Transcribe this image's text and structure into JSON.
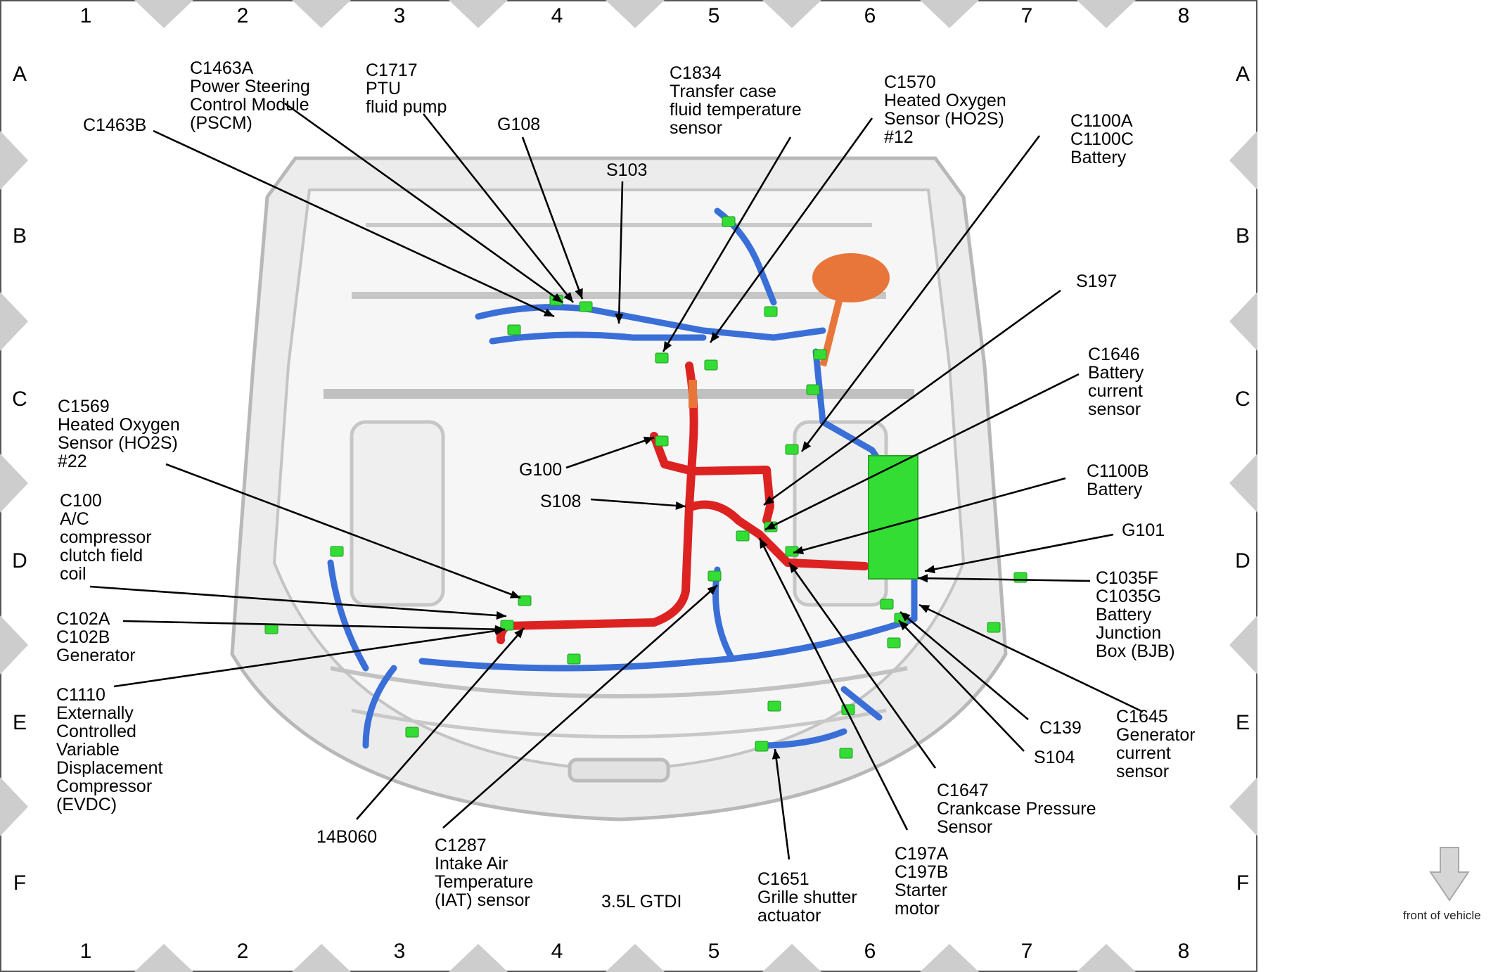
{
  "grid": {
    "columns": [
      "1",
      "2",
      "3",
      "4",
      "5",
      "6",
      "7",
      "8"
    ],
    "rows": [
      "A",
      "B",
      "C",
      "D",
      "E",
      "F"
    ]
  },
  "engine_label": "3.5L GTDI",
  "front_of_vehicle": "front of vehicle",
  "colors": {
    "harness_blue": "#3a6fd8",
    "harness_red": "#dd2222",
    "harness_orange": "#e8763a",
    "connector_green": "#33dd33",
    "vehicle_body": "#d2d2d2"
  },
  "callouts": [
    {
      "id": "c1463b",
      "lines": [
        "C1463B"
      ]
    },
    {
      "id": "c1463a",
      "lines": [
        "C1463A",
        "Power Steering",
        "Control Module",
        "(PSCM)"
      ]
    },
    {
      "id": "c1717",
      "lines": [
        "C1717",
        "PTU",
        "fluid pump"
      ]
    },
    {
      "id": "g108",
      "lines": [
        "G108"
      ]
    },
    {
      "id": "s103",
      "lines": [
        "S103"
      ]
    },
    {
      "id": "c1834",
      "lines": [
        "C1834",
        "Transfer case",
        "fluid temperature",
        "sensor"
      ]
    },
    {
      "id": "c1570",
      "lines": [
        "C1570",
        "Heated Oxygen",
        "Sensor (HO2S)",
        "#12"
      ]
    },
    {
      "id": "c1100a",
      "lines": [
        "C1100A",
        "C1100C",
        "Battery"
      ]
    },
    {
      "id": "s197",
      "lines": [
        "S197"
      ]
    },
    {
      "id": "c1646",
      "lines": [
        "C1646",
        "Battery",
        "current",
        "sensor"
      ]
    },
    {
      "id": "c1100b",
      "lines": [
        "C1100B",
        "Battery"
      ]
    },
    {
      "id": "g101",
      "lines": [
        "G101"
      ]
    },
    {
      "id": "c1035f",
      "lines": [
        "C1035F",
        "C1035G",
        "Battery",
        "Junction",
        "Box (BJB)"
      ]
    },
    {
      "id": "c1645",
      "lines": [
        "C1645",
        "Generator",
        "current",
        "sensor"
      ]
    },
    {
      "id": "c139",
      "lines": [
        "C139"
      ]
    },
    {
      "id": "s104",
      "lines": [
        "S104"
      ]
    },
    {
      "id": "c1647",
      "lines": [
        "C1647",
        "Crankcase Pressure",
        "Sensor"
      ]
    },
    {
      "id": "c197a",
      "lines": [
        "C197A",
        "C197B",
        "Starter",
        "motor"
      ]
    },
    {
      "id": "c1651",
      "lines": [
        "C1651",
        "Grille shutter",
        "actuator"
      ]
    },
    {
      "id": "c1287",
      "lines": [
        "C1287",
        "Intake Air",
        "Temperature",
        "(IAT) sensor"
      ]
    },
    {
      "id": "14b060",
      "lines": [
        "14B060"
      ]
    },
    {
      "id": "c1110",
      "lines": [
        "C1110",
        "Externally",
        "Controlled",
        "Variable",
        "Displacement",
        "Compressor",
        "(EVDC)"
      ]
    },
    {
      "id": "c102a",
      "lines": [
        "C102A",
        "C102B",
        "Generator"
      ]
    },
    {
      "id": "c100",
      "lines": [
        "C100",
        "A/C",
        "compressor",
        "clutch field",
        "coil"
      ]
    },
    {
      "id": "c1569",
      "lines": [
        "C1569",
        "Heated Oxygen",
        "Sensor (HO2S)",
        "#22"
      ]
    },
    {
      "id": "g100",
      "lines": [
        "G100"
      ]
    },
    {
      "id": "s108",
      "lines": [
        "S108"
      ]
    }
  ]
}
